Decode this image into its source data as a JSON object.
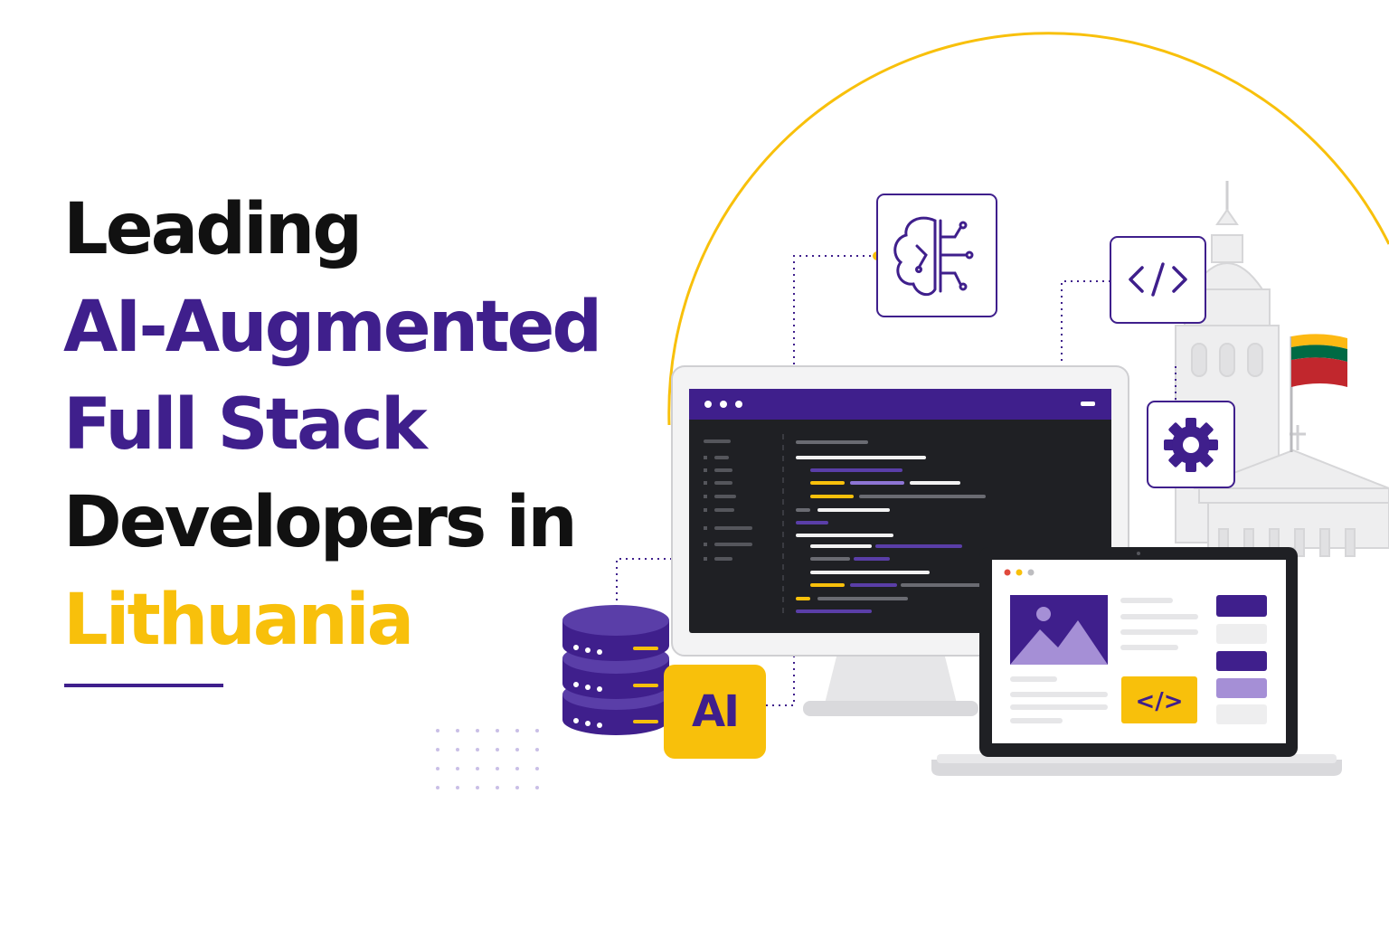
{
  "headline": {
    "line1": "Leading",
    "line2": "AI-Augmented",
    "line3": "Full Stack",
    "line4": "Developers in",
    "line5": "Lithuania"
  },
  "badge": {
    "label": "AI"
  },
  "laptop_code_button": {
    "label": "</>"
  },
  "icons": {
    "brain": "brain-circuit-icon",
    "code": "code-brackets-icon",
    "gear": "gear-icon",
    "database": "database-icon",
    "image": "image-placeholder-icon",
    "flag": "lithuania-flag-icon",
    "landmark": "vilnius-cathedral-icon"
  },
  "colors": {
    "purple": "#3f1f8c",
    "yellow": "#f8c00b",
    "dark": "#111111",
    "lavender": "#a58fd6",
    "screen": "#1f2024",
    "flag_yellow": "#fdb913",
    "flag_green": "#006a44",
    "flag_red": "#c1272d"
  }
}
